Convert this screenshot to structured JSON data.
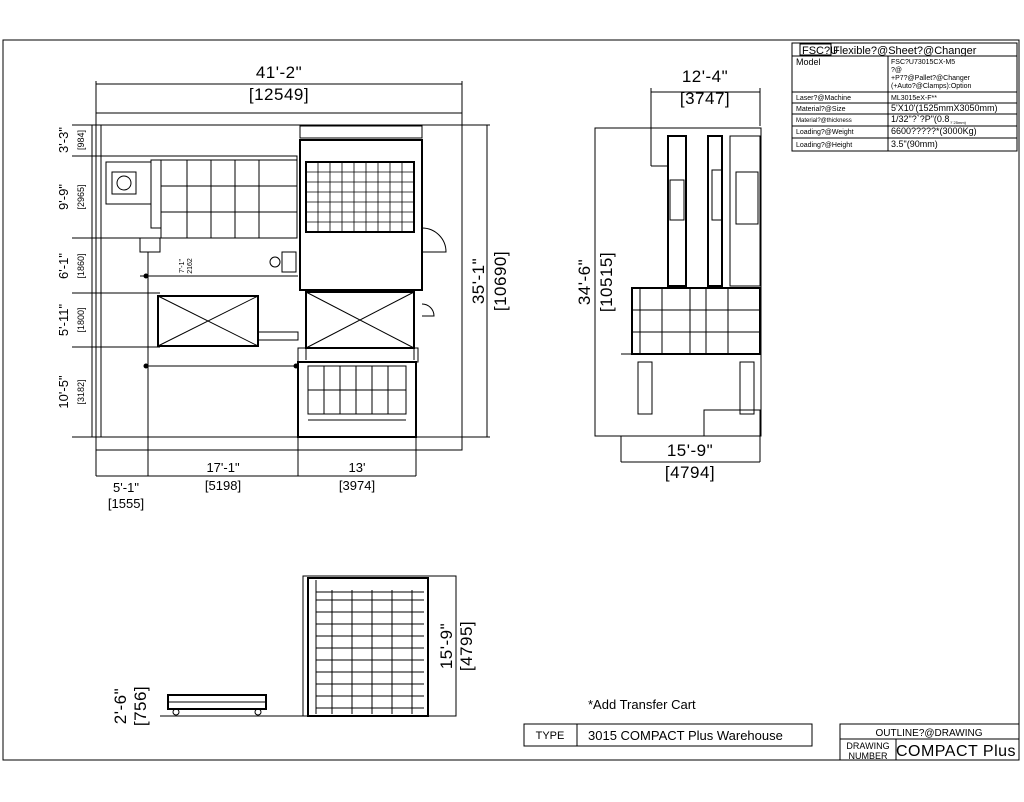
{
  "title_block": {
    "header_code": "FSC?U",
    "header_title": "Flexible?@Sheet?@Changer",
    "rows": [
      {
        "label": "Model",
        "value": "FSC?U73015CX-M5",
        "value_extra": [
          "?@",
          "+P7?@Pallet?@Changer",
          "(+Auto?@Clamps):Option"
        ]
      },
      {
        "label": "Laser?@Machine",
        "value": "ML3015eX-F**"
      },
      {
        "label": "Material?@Size",
        "value": "5'X10'(1525mmX3050mm)"
      },
      {
        "label": "Material?@thickness",
        "value": "1/32\"?`?P\"(0.8",
        "value_sub": "?`25mm)"
      },
      {
        "label": "Loading?@Weight",
        "value": "6600?????*(3000Kg)"
      },
      {
        "label": "Loading?@Height",
        "value": "3.5\"(90mm)"
      }
    ]
  },
  "plan_view": {
    "overall_width_ft": "41'-2\"",
    "overall_width_mm": "[12549]",
    "overall_depth_ft": "35'-1\"",
    "overall_depth_mm": "[10690]",
    "left_dims": [
      {
        "ft": "3'-3\"",
        "mm": "[984]"
      },
      {
        "ft": "9'-9\"",
        "mm": "[2965]"
      },
      {
        "ft": "6'-1\"",
        "mm": "[1860]"
      },
      {
        "ft": "5'-11\"",
        "mm": "[1800]"
      },
      {
        "ft": "10'-5\"",
        "mm": "[3182]"
      }
    ],
    "bottom_dims": [
      {
        "ft": "5'-1\"",
        "mm": "[1555]"
      },
      {
        "ft": "17'-1\"",
        "mm": "[5198]"
      },
      {
        "ft": "13'",
        "mm": "[3974]"
      }
    ],
    "inner_dim_ft": "7'-1\"",
    "inner_dim_mm": "2162"
  },
  "side_view": {
    "top_width_ft": "12'-4\"",
    "top_width_mm": "[3747]",
    "height_ft": "34'-6\"",
    "height_mm": "[10515]",
    "bottom_width_ft": "15'-9\"",
    "bottom_width_mm": "[4794]"
  },
  "front_view": {
    "height_ft": "15'-9\"",
    "height_mm": "[4795]",
    "cart_height_ft": "2'-6\"",
    "cart_height_mm": "[756]"
  },
  "note": "*Add Transfer Cart",
  "type_block": {
    "label": "TYPE",
    "value": "3015 COMPACT Plus Warehouse"
  },
  "drawing_block": {
    "title": "OUTLINE?@DRAWING",
    "label_line1": "DRAWING",
    "label_line2": "NUMBER",
    "value": "COMPACT Plus"
  }
}
